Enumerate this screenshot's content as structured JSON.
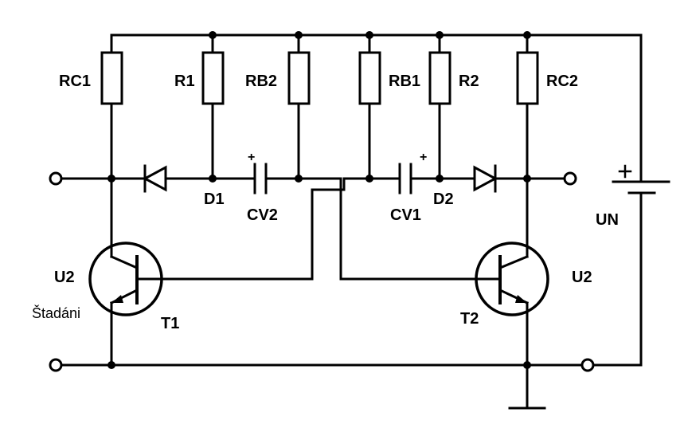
{
  "labels": {
    "rc1": "RC1",
    "r1": "R1",
    "rb2": "RB2",
    "rb1": "RB1",
    "r2": "R2",
    "rc2": "RC2",
    "d1": "D1",
    "d2": "D2",
    "cv2": "CV2",
    "cv1": "CV1",
    "un": "UN",
    "u2_left": "U2",
    "u2_right": "U2",
    "stadani": "Štadáni",
    "t1": "T1",
    "t2": "T2",
    "cap_plus": "+",
    "battery_plus": "+"
  },
  "colors": {
    "ink": "#000000",
    "background": "#ffffff"
  }
}
